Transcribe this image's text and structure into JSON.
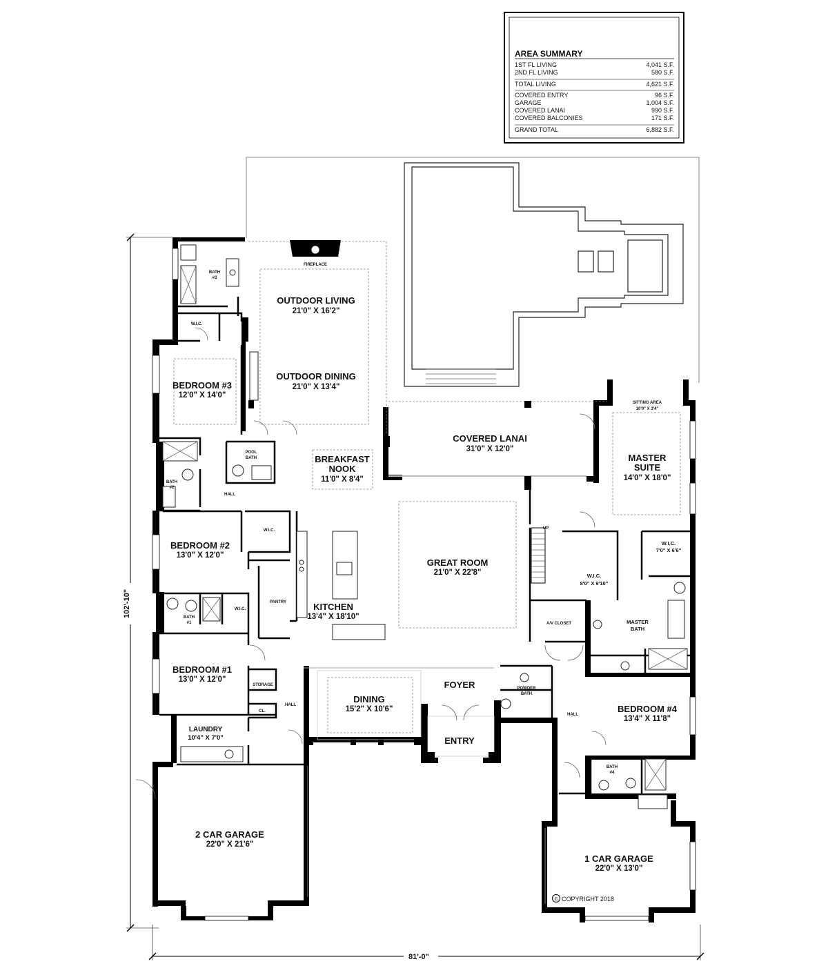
{
  "area_summary": {
    "title": "AREA SUMMARY",
    "rows": [
      {
        "label": "1ST FL LIVING",
        "value": "4,041 S.F."
      },
      {
        "label": "2ND FL LIVING",
        "value": "580 S.F."
      },
      {
        "label": "TOTAL LIVING",
        "value": "4,621 S.F."
      },
      {
        "label": "COVERED ENTRY",
        "value": "96 S.F."
      },
      {
        "label": "GARAGE",
        "value": "1,004 S.F."
      },
      {
        "label": "COVERED LANAI",
        "value": "990 S.F."
      },
      {
        "label": "COVERED BALCONIES",
        "value": "171 S.F."
      },
      {
        "label": "GRAND TOTAL",
        "value": "6,882 S.F."
      }
    ]
  },
  "rooms": {
    "outdoor_living": {
      "name": "OUTDOOR LIVING",
      "dim": "21'0\" X 16'2\""
    },
    "outdoor_dining": {
      "name": "OUTDOOR DINING",
      "dim": "21'0\" X 13'4\""
    },
    "bedroom3": {
      "name": "BEDROOM #3",
      "dim": "12'0\" X 14'0\""
    },
    "breakfast": {
      "name1": "BREAKFAST",
      "name2": "NOOK",
      "dim": "11'0\" X 8'4\""
    },
    "covered_lanai": {
      "name": "COVERED LANAI",
      "dim": "31'0\" X 12'0\""
    },
    "master_suite": {
      "name1": "MASTER",
      "name2": "SUITE",
      "dim": "14'0\" X 18'0\""
    },
    "sitting_area": {
      "name": "SITTING AREA",
      "dim": "10'0\" X 3'4\""
    },
    "bedroom2": {
      "name": "BEDROOM #2",
      "dim": "13'0\" X 12'0\""
    },
    "great_room": {
      "name": "GREAT ROOM",
      "dim": "21'0\" X 22'8\""
    },
    "kitchen": {
      "name": "KITCHEN",
      "dim": "13'4\" X 18'10\""
    },
    "wic_master_small": {
      "name": "W.I.C.",
      "dim": "7'0\" X 6'6\""
    },
    "wic_master": {
      "name": "W.I.C.",
      "dim": "8'0\" X 9'10\""
    },
    "master_bath": {
      "name1": "MASTER",
      "name2": "BATH"
    },
    "bedroom1": {
      "name": "BEDROOM #1",
      "dim": "13'0\" X 12'0\""
    },
    "dining": {
      "name": "DINING",
      "dim": "15'2\" X 10'6\""
    },
    "foyer": {
      "name": "FOYER"
    },
    "entry": {
      "name": "ENTRY"
    },
    "bedroom4": {
      "name": "BEDROOM #4",
      "dim": "13'4\" X 11'8\""
    },
    "laundry": {
      "name": "LAUNDRY",
      "dim": "10'4\" X 7'0\""
    },
    "garage2": {
      "name": "2 CAR GARAGE",
      "dim": "22'0\" X 21'6\""
    },
    "garage1": {
      "name": "1 CAR GARAGE",
      "dim": "22'0\" X 13'0\""
    }
  },
  "labels": {
    "fireplace": "FIREPLACE",
    "bath3": "BATH",
    "bath3_num": "#3",
    "wic3": "W.I.C.",
    "pool_bath1": "POOL",
    "pool_bath2": "BATH",
    "bath2": "BATH",
    "bath2_num": "#2",
    "hall_west": "HALL",
    "wic2": "W.I.C.",
    "pantry": "PANTRY",
    "bath1": "BATH",
    "bath1_num": "#1",
    "wic1": "W.I.C.",
    "storage": "STORAGE",
    "cl": "CL.",
    "hall_mid": "HALL",
    "ac_closet": "A/V CLOSET",
    "powder1": "POWDER",
    "powder2": "BATH",
    "hall_east": "HALL",
    "bath4": "BATH",
    "bath4_num": "#4",
    "up": "UP",
    "copyright": "COPYRIGHT 2018",
    "copyright_symbol": "C"
  },
  "dimensions": {
    "depth": "102'-10\"",
    "width": "81'-0\""
  }
}
